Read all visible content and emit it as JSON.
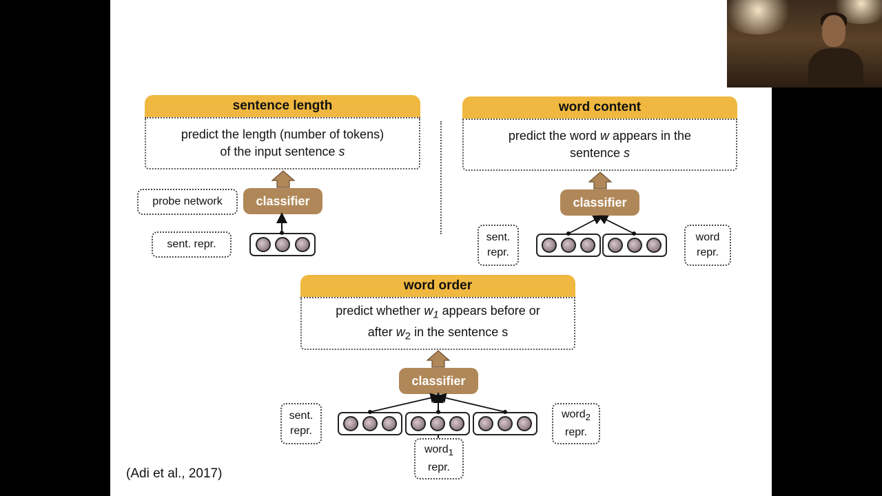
{
  "panels": {
    "sentence_length": {
      "title": "sentence length",
      "line1": "predict the length (number of tokens)",
      "line2_prefix": "of the input sentence ",
      "line2_var": "s"
    },
    "word_content": {
      "title": "word content",
      "line1_prefix": "predict the word ",
      "line1_var": "w",
      "line1_suffix": " appears in the",
      "line2_prefix": "sentence ",
      "line2_var": "s"
    },
    "word_order": {
      "title": "word order",
      "line1_prefix": "predict whether ",
      "line1_var": "w",
      "line1_sub": "1",
      "line1_suffix": " appears before or",
      "line2_prefix": "after ",
      "line2_var": "w",
      "line2_sub": "2",
      "line2_suffix": " in the sentence s"
    }
  },
  "labels": {
    "classifier": "classifier",
    "probe_network": "probe network",
    "sent_repr": "sent. repr.",
    "sent": "sent.",
    "repr": "repr.",
    "word": "word",
    "word_letters": "word",
    "sub1": "1",
    "sub2": "2"
  },
  "citation": "(Adi et al., 2017)",
  "colors": {
    "header": "#f0b840",
    "classifier": "#b08758",
    "arrow": "#b08758"
  }
}
